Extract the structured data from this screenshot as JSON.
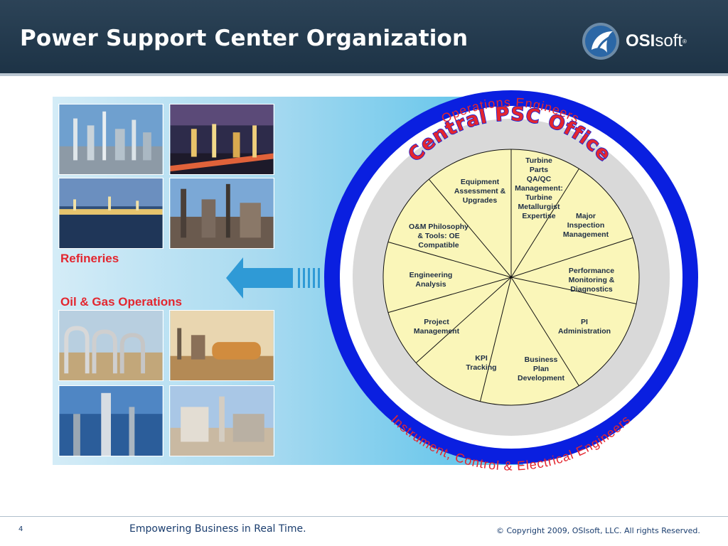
{
  "slide": {
    "title": "Power Support Center Organization",
    "page_number": "4",
    "tagline": "Empowering Business in Real Time.",
    "copyright": "© Copyright 2009, OSIsoft, LLC.  All rights Reserved."
  },
  "logo": {
    "bold": "OSI",
    "light": "soft",
    "mark": "®"
  },
  "captions": {
    "refineries": "Refineries",
    "oil_gas": "Oil & Gas Operations"
  },
  "diagram": {
    "outer_ring_top": "Operations Engineers",
    "outer_ring_bottom": "Instrument, Control & Electrical Engineers",
    "center_title": "Central PSC Office",
    "segments": [
      {
        "lines": [
          "Turbine",
          "Parts",
          "QA/QC",
          "Management:",
          "Turbine",
          "Metallurgist",
          "Expertise"
        ]
      },
      {
        "lines": [
          "Major",
          "Inspection",
          "Management"
        ]
      },
      {
        "lines": [
          "Performance",
          "Monitoring &",
          "Diagnostics"
        ]
      },
      {
        "lines": [
          "PI",
          "Administration"
        ]
      },
      {
        "lines": [
          "Business",
          "Plan",
          "Development"
        ]
      },
      {
        "lines": [
          "KPI",
          "Tracking"
        ]
      },
      {
        "lines": [
          "Project",
          "Management"
        ]
      },
      {
        "lines": [
          "Engineering",
          "Analysis"
        ]
      },
      {
        "lines": [
          "O&M Philosophy",
          "& Tools: OE",
          "Compatible"
        ]
      },
      {
        "lines": [
          "Equipment",
          "Assessment &",
          "Upgrades"
        ]
      }
    ]
  },
  "colors": {
    "header": "#1d3346",
    "ring_blue": "#0a1fe0",
    "ring_gray": "#d9d9d9",
    "pie_fill": "#faf6b9",
    "caption_red": "#e3262f",
    "ring_text_red": "#e3262f",
    "arrow_blue": "#2f9ad6"
  }
}
